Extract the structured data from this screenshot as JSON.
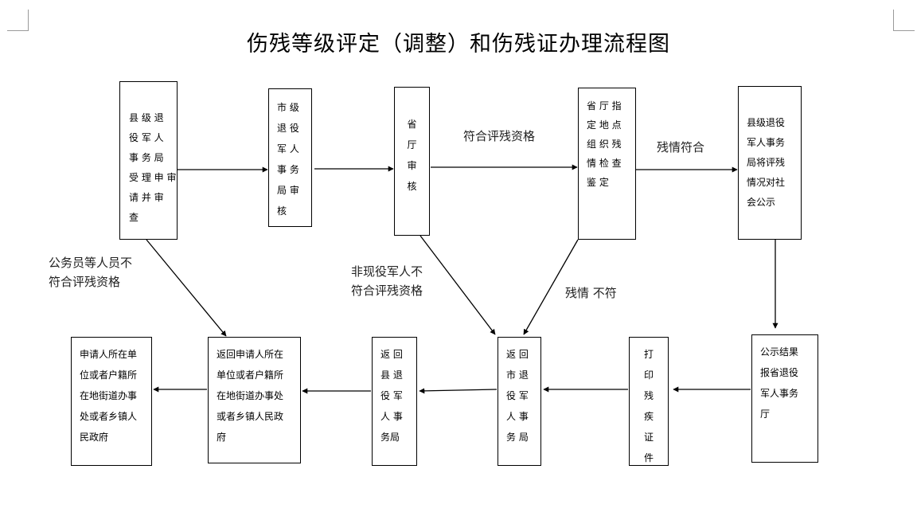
{
  "title": "伤残等级评定（调整）和伤残证办理流程图",
  "boxes": {
    "county_accept": [
      "县 级 退",
      "役 军 人",
      "事 务 局",
      "受 理 申 审",
      "请 并 审",
      "查"
    ],
    "city_review": [
      "市 级",
      "退 役",
      "军 人",
      "事 务",
      "局 审",
      "核"
    ],
    "province_review": [
      "省",
      "厅",
      "审",
      "核"
    ],
    "province_assess": [
      "省 厅 指",
      "定 地 点",
      "组 织 残",
      "情 检 查",
      "鉴 定"
    ],
    "county_publish": [
      "县级退役",
      "军人事务",
      "局将评残",
      "情况对社",
      "会公示"
    ],
    "publish_result": [
      "公示结果",
      "报省退役",
      "军人事务",
      "厅"
    ],
    "print_cert": [
      "打",
      "印",
      "残",
      "疾",
      "证",
      "件"
    ],
    "return_city": [
      "返 回",
      "市 退",
      "役 军",
      "人 事",
      "务 局"
    ],
    "return_county": [
      "返 回",
      "县 退",
      "役 军",
      "人 事",
      "务局"
    ],
    "return_unit": [
      "返回申请人所在",
      "单位或者户籍所",
      "在地街道办事处",
      "或者乡镇人民政",
      "府"
    ],
    "applicant_unit": [
      "申请人所在单",
      "位或者户籍所",
      "在地街道办事",
      "处或者乡镇人",
      "民政府"
    ]
  },
  "labels": {
    "qualified": "符合评残资格",
    "condition_match": "残情符合",
    "condition_mismatch": "残情 不符",
    "non_veteran": [
      "非现役军人不",
      "符合评残资格"
    ],
    "civil_servant": [
      "公务员等人员不",
      "符合评残资格"
    ]
  }
}
